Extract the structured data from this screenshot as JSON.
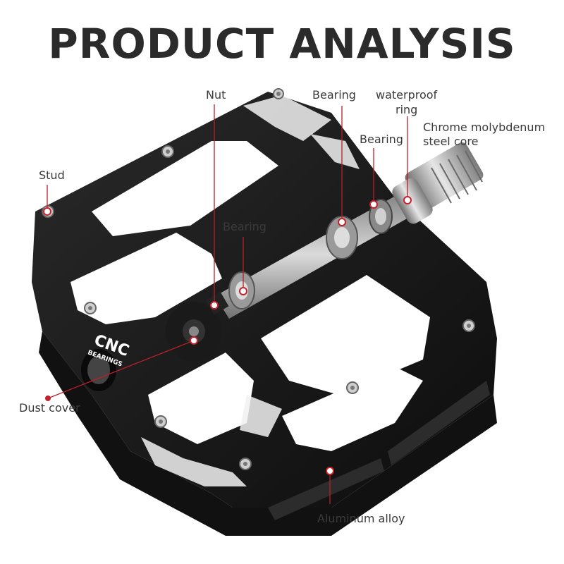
{
  "title": "PRODUCT ANALYSIS",
  "labels": {
    "nut": "Nut",
    "bearing_top": "Bearing",
    "waterproof_line1": "waterproof",
    "waterproof_line2": "ring",
    "chrome_line1": "Chrome molybdenum",
    "chrome_line2": "steel core",
    "bearing_right": "Bearing",
    "stud": "Stud",
    "bearing_mid": "Bearing",
    "dust_cover": "Dust cover",
    "aluminum": "Aluminum alloy"
  },
  "logo": {
    "brand": "CNC",
    "sub": "BEARINGS"
  },
  "colors": {
    "accent": "#c8202a",
    "pedal": "#1a1a1a",
    "title": "#2b2b2b"
  }
}
